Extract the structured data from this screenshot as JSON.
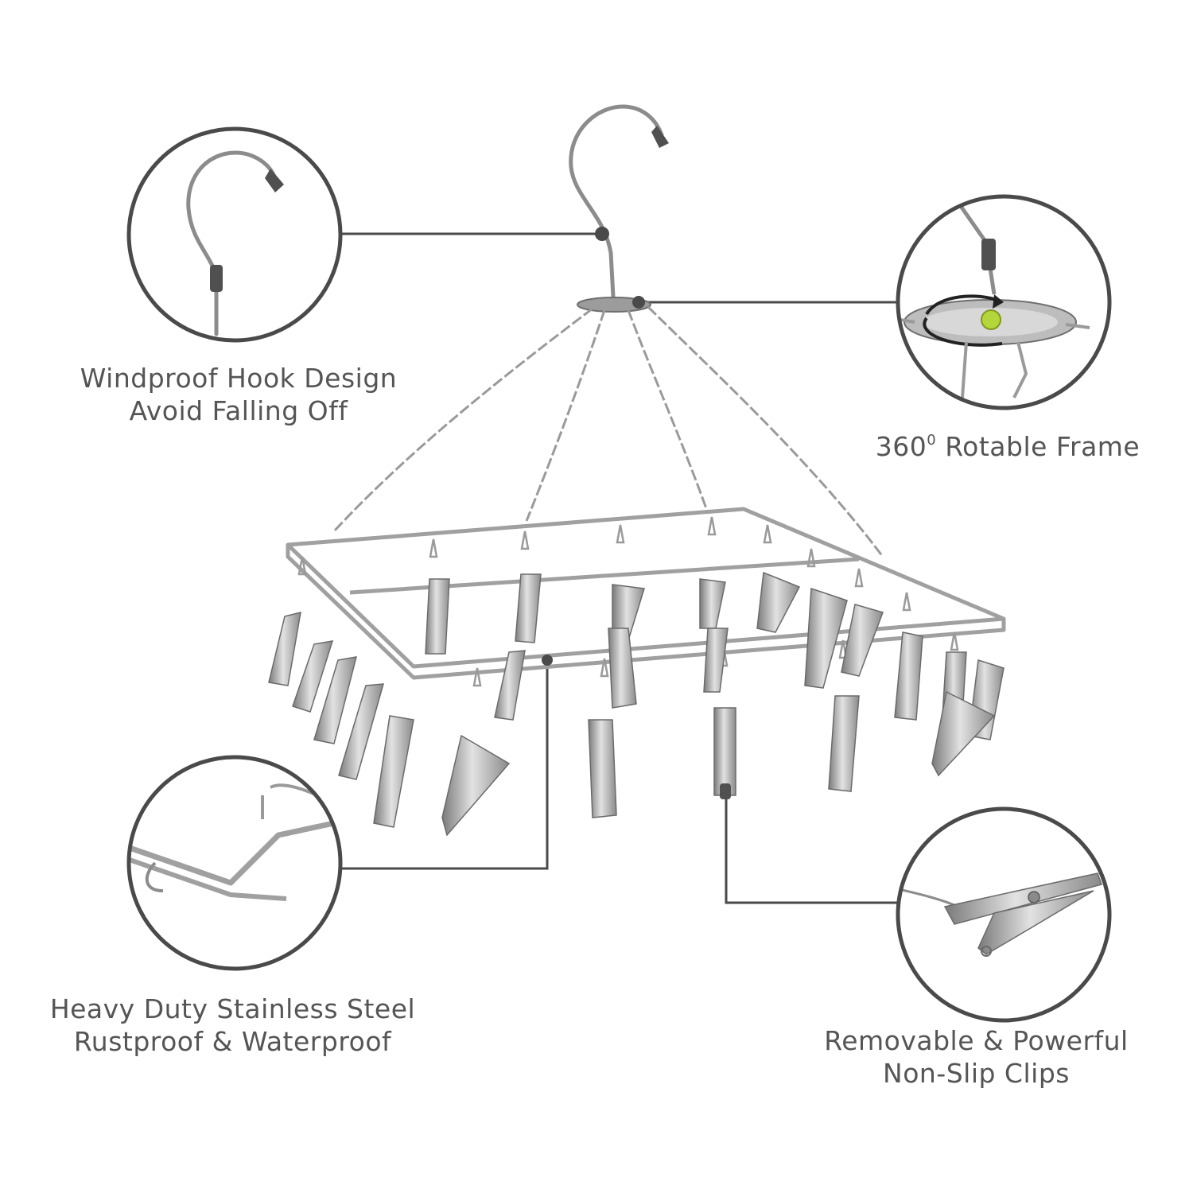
{
  "features": {
    "hook": {
      "line1": "Windproof Hook Design",
      "line2": "Avoid Falling Off",
      "icon": "hook-detail-icon"
    },
    "rotate": {
      "number": "360",
      "superscript": "0",
      "rest": " Rotable Frame",
      "icon": "rotating-frame-detail-icon"
    },
    "steel": {
      "line1": "Heavy Duty Stainless Steel",
      "line2": "Rustproof & Waterproof",
      "icon": "frame-corner-detail-icon"
    },
    "clips": {
      "line1": "Removable & Powerful",
      "line2": "Non-Slip Clips",
      "icon": "clip-detail-icon"
    }
  },
  "colors": {
    "text": "#555555",
    "circle_stroke": "#4a4a4a",
    "leader_line": "#4a4a4a",
    "metal": "#9a9a9a",
    "rubber_tip": "#505050",
    "pivot_bead": "#b5d63a"
  }
}
